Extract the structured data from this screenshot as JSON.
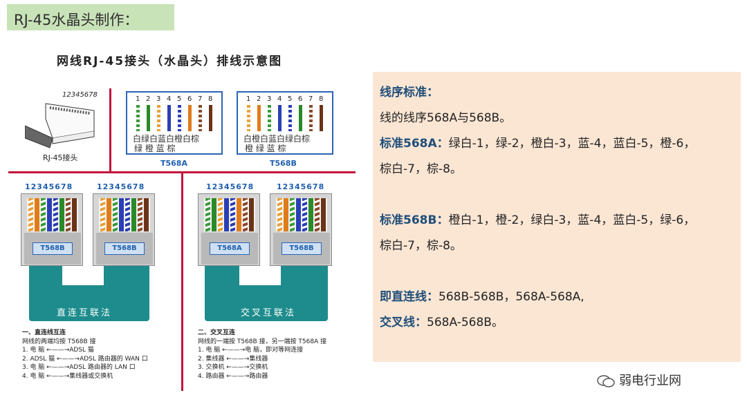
{
  "slide_title": "RJ-45水晶头制作：",
  "diagram": {
    "title": "网线RJ-45接头（水晶头）排线示意图",
    "rj45_label": "RJ-45接头",
    "rj45_numbers": "12345678",
    "pin_numbers": [
      "1",
      "2",
      "3",
      "4",
      "5",
      "6",
      "7",
      "8"
    ],
    "t568a": {
      "caption": "T568A",
      "top_row": "白绿白蓝白橙白棕",
      "bottom_row": "绿 橙 蓝 棕",
      "colors": [
        "#3c9a3c",
        "#2a8a2a",
        "#e8a23a",
        "#2b3fb5",
        "#2b3fb5",
        "#e07b1a",
        "#8b4a2b",
        "#6b3317"
      ]
    },
    "t568b": {
      "caption": "T568B",
      "top_row": "白橙白蓝白绿白棕",
      "bottom_row": "橙 绿 蓝 棕",
      "colors": [
        "#e8a23a",
        "#e07b1a",
        "#3c9a3c",
        "#2b3fb5",
        "#2b3fb5",
        "#2a8a2a",
        "#8b4a2b",
        "#6b3317"
      ]
    },
    "straight": {
      "nums": "12345678",
      "left_tag": "T568B",
      "right_tag": "T568B",
      "label": "直连互联法",
      "notes": [
        "一、直连线互连",
        "网线的两端均按 T568B 接",
        "1.  电  脑 ←——→ADSL 猫",
        "2.  ADSL 猫 ←——→ADSL 路由器的 WAN 口",
        "3.  电  脑 ←——→ADSL 路由器的 LAN 口",
        "4.  电  脑 ←——→集线器或交换机"
      ]
    },
    "crossover": {
      "nums": "12345678",
      "left_tag": "T568A",
      "right_tag": "T568B",
      "label": "交叉互联法",
      "notes": [
        "二、交叉互连",
        "网线的一端按 T568B 接，另一端按 T568A 接",
        "1.  电  脑 ←——→电  脑，即对等网连接",
        "2.  集线器 ←——→集线器",
        "3.  交换机 ←——→交换机",
        "4.  路由器 ←——→路由器"
      ]
    }
  },
  "panel": {
    "heading": "线序标准：",
    "line1": "线的线序568A与568B。",
    "std_a_label": "标准568A：",
    "std_a_text": "绿白-1，绿-2，橙白-3，蓝-4，蓝白-5，橙-6，",
    "std_a_text2": "棕白-7，棕-8。",
    "std_b_label": "标准568B：",
    "std_b_text": "橙白-1，橙-2，绿白-3，蓝-4，蓝白-5，绿-6，",
    "std_b_text2": "棕白-7，棕-8。",
    "straight_label": "即直连线：",
    "straight_text": "568B-568B，568A-568A,",
    "cross_label": "交叉线：",
    "cross_text": "568A-568B。"
  },
  "watermark": "弱电行业网",
  "accent_color": "#c2123b",
  "brand_blue": "#1f5fae"
}
